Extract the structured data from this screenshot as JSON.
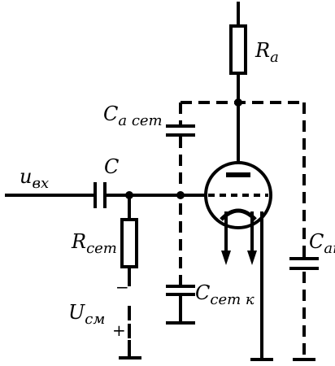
{
  "diagram": {
    "type": "vacuum-tube-amplifier-stage-schematic",
    "labels": {
      "input_voltage": "u",
      "input_voltage_sub": "вх",
      "coupling_capacitor": "C",
      "grid_resistor": "R",
      "grid_resistor_sub": "сет",
      "anode_resistor": "R",
      "anode_resistor_sub": "a",
      "anode_grid_capacitance": "C",
      "anode_grid_capacitance_sub": "a сет",
      "grid_cathode_capacitance": "C",
      "grid_cathode_capacitance_sub": "сет к",
      "anode_cathode_capacitance": "C",
      "anode_cathode_capacitance_sub": "aк",
      "bias_voltage": "U",
      "bias_voltage_sub": "см",
      "minus_sign": "−",
      "plus_sign": "+"
    }
  }
}
